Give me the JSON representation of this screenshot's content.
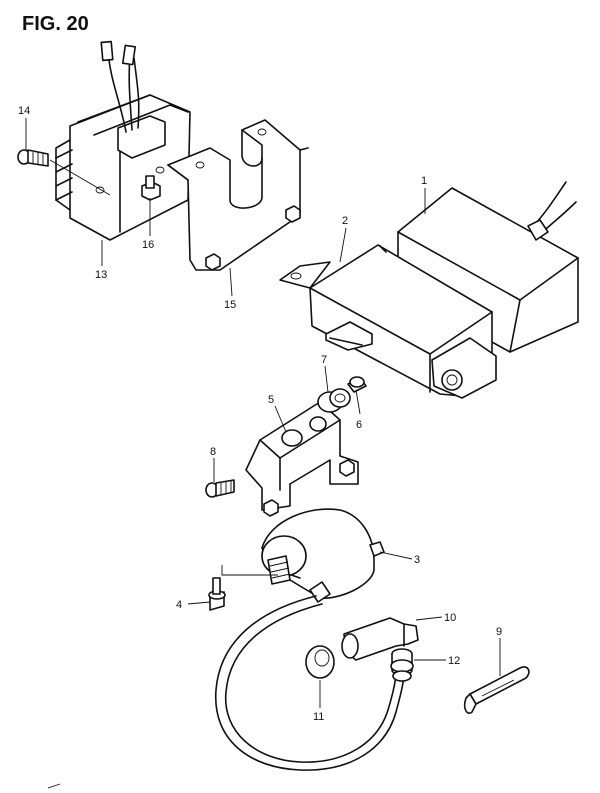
{
  "figure": {
    "title": "FIG. 20"
  },
  "callouts": [
    {
      "id": "1",
      "label": "1"
    },
    {
      "id": "2",
      "label": "2"
    },
    {
      "id": "3",
      "label": "3"
    },
    {
      "id": "4",
      "label": "4"
    },
    {
      "id": "5",
      "label": "5"
    },
    {
      "id": "6",
      "label": "6"
    },
    {
      "id": "7",
      "label": "7"
    },
    {
      "id": "8",
      "label": "8"
    },
    {
      "id": "9",
      "label": "9"
    },
    {
      "id": "10",
      "label": "10"
    },
    {
      "id": "11",
      "label": "11"
    },
    {
      "id": "12",
      "label": "12"
    },
    {
      "id": "13",
      "label": "13"
    },
    {
      "id": "14",
      "label": "14"
    },
    {
      "id": "15",
      "label": "15"
    },
    {
      "id": "16",
      "label": "16"
    }
  ],
  "colors": {
    "ink": "#111111",
    "paper": "#ffffff"
  }
}
